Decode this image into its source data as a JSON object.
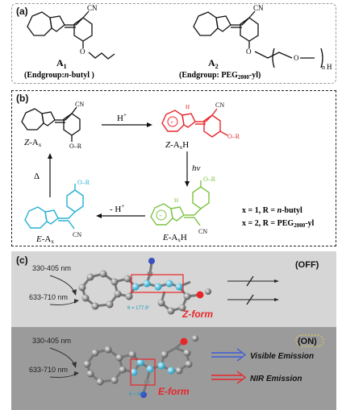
{
  "panel_a": {
    "label": "(a)",
    "mol1": {
      "name": "A",
      "sub": "1",
      "endgroup": "(Endgroup:",
      "endgroup_r": "n",
      "endgroup_tail": "-butyl )",
      "cn": "CN",
      "o": "O"
    },
    "mol2": {
      "name": "A",
      "sub": "2",
      "endgroup": "(Endgroup: PEG",
      "peg_sub": "2000",
      "endgroup_tail": "-yl)",
      "cn": "CN",
      "o": "O",
      "o2": "O",
      "n": "n",
      "h": "H"
    }
  },
  "panel_b": {
    "label": "(b)",
    "z_ax": {
      "pre": "Z",
      "mid": "-A",
      "sub": "x"
    },
    "z_axh": {
      "pre": "Z",
      "mid": "-A",
      "sub": "x",
      "post": "H"
    },
    "e_ax": {
      "pre": "E",
      "mid": "-A",
      "sub": "x"
    },
    "e_axh": {
      "pre": "E",
      "mid": "-A",
      "sub": "x",
      "post": "H"
    },
    "h_plus": "H",
    "plus": "+",
    "minus_h": "- H",
    "hv": "hν",
    "delta": "Δ",
    "o_r": "O–R",
    "cn": "CN",
    "h_label": "H",
    "cond1": {
      "x": "x = 1, R = ",
      "r": "n",
      "tail": "-butyl"
    },
    "cond2": {
      "x": "x = 2, R = PEG",
      "sub": "2000",
      "tail": "-yl"
    }
  },
  "panel_c": {
    "label": "(c)",
    "off": "(OFF)",
    "on": "(ON)",
    "wl1": "330-405 nm",
    "wl2": "633-710 nm",
    "angle_z": "θ = 177.9°",
    "angle_e": "θ = 9.5°",
    "z_form": "Z-form",
    "e_form": "E-form",
    "visible": "Visible Emission",
    "nir": "NIR Emission"
  },
  "colors": {
    "red": "#e8262a",
    "green": "#7cc242",
    "cyan": "#23b0d3",
    "blue": "#3d5dd6",
    "dark": "#111111"
  }
}
